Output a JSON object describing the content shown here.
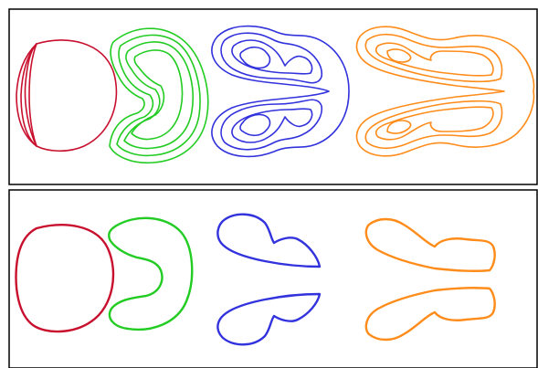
{
  "palette": {
    "red": "#c8102e",
    "green": "#22cc22",
    "blue": "#3333dd",
    "orange": "#ff8c1a",
    "frame": "#000000"
  },
  "panels": [
    {
      "id": "top",
      "style": "nested-contours",
      "shapes": [
        "circle",
        "kidney",
        "butterfly",
        "winged"
      ]
    },
    {
      "id": "bottom",
      "style": "single-contour",
      "shapes": [
        "circle",
        "kidney",
        "butterfly",
        "winged"
      ]
    }
  ]
}
